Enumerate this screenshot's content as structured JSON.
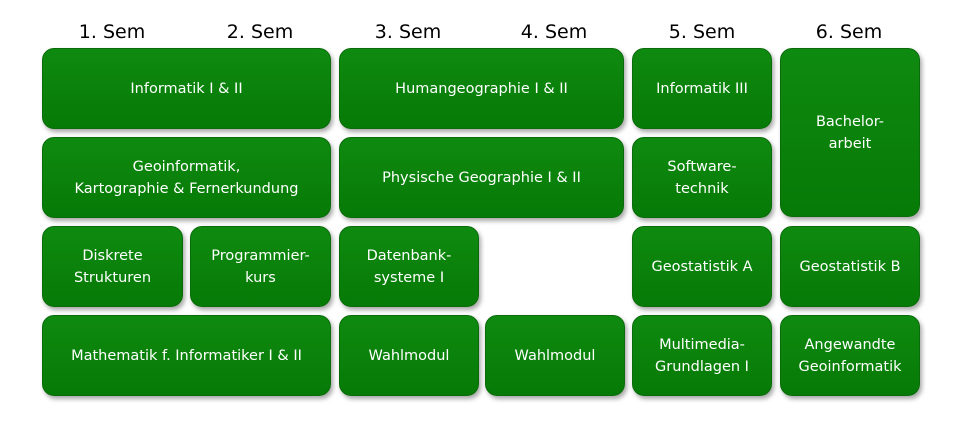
{
  "semesters": [
    "1. Sem",
    "2. Sem",
    "3. Sem",
    "4. Sem",
    "5. Sem",
    "6. Sem"
  ],
  "modules": {
    "informatik_1_2": "Informatik I & II",
    "humangeographie": "Humangeographie I & II",
    "informatik_3": "Informatik III",
    "bachelorarbeit": "Bachelor-\narbeit",
    "geoinformatik": "Geoinformatik,\nKartographie & Fernerkundung",
    "physische_geographie": "Physische Geographie I & II",
    "softwaretechnik": "Software-\ntechnik",
    "diskrete_strukturen": "Diskrete\nStrukturen",
    "programmierkurs": "Programmier-\nkurs",
    "datenbanksysteme": "Datenbank-\nsysteme I",
    "geostatistik_a": "Geostatistik A",
    "geostatistik_b": "Geostatistik B",
    "mathematik": "Mathematik f. Informatiker I & II",
    "wahlmodul_3": "Wahlmodul",
    "wahlmodul_4": "Wahlmodul",
    "multimedia": "Multimedia-\nGrundlagen I",
    "angewandte_geoinformatik": "Angewandte\nGeoinformatik"
  },
  "colors": {
    "module_fill": "#0a800a",
    "module_text": "#ffffff",
    "header_text": "#000000"
  }
}
